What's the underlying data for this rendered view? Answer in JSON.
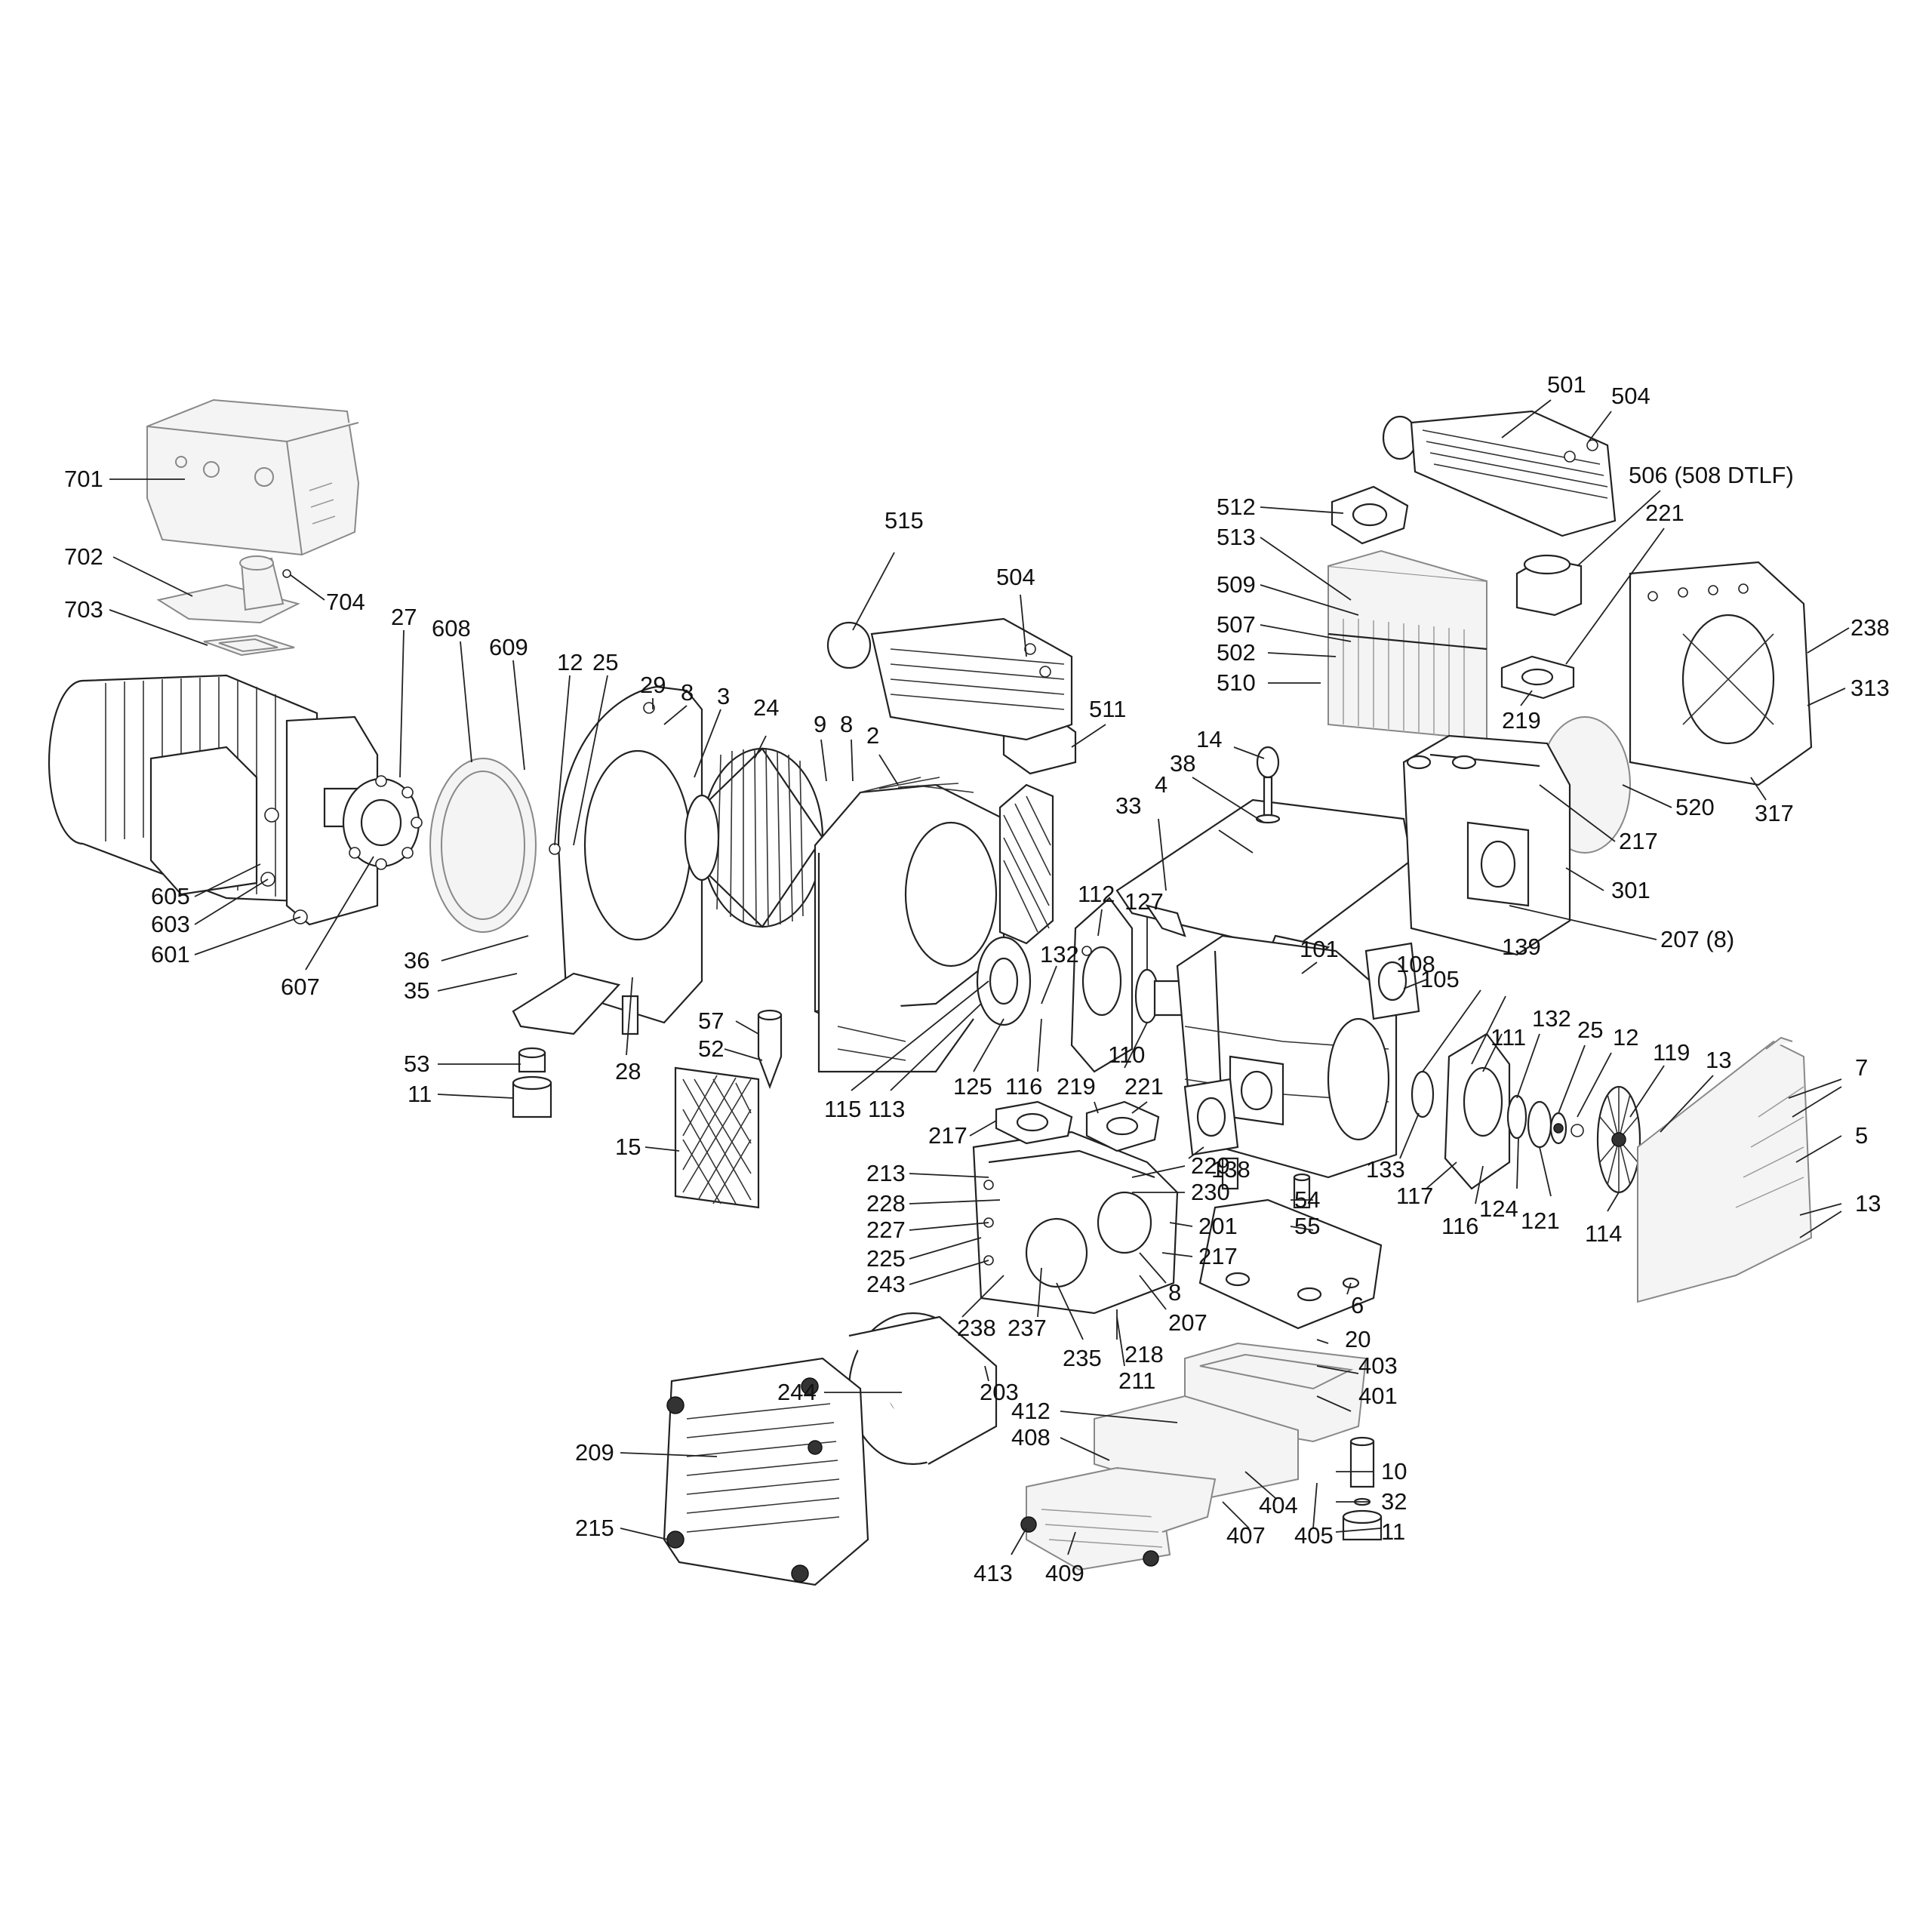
{
  "callouts": [
    {
      "id": "c701",
      "label": "701"
    },
    {
      "id": "c702",
      "label": "702"
    },
    {
      "id": "c703",
      "label": "703"
    },
    {
      "id": "c704",
      "label": "704"
    },
    {
      "id": "c27",
      "label": "27"
    },
    {
      "id": "c608",
      "label": "608"
    },
    {
      "id": "c609",
      "label": "609"
    },
    {
      "id": "c12a",
      "label": "12"
    },
    {
      "id": "c25a",
      "label": "25"
    },
    {
      "id": "c29",
      "label": "29"
    },
    {
      "id": "c8a",
      "label": "8"
    },
    {
      "id": "c3",
      "label": "3"
    },
    {
      "id": "c24",
      "label": "24"
    },
    {
      "id": "c9",
      "label": "9"
    },
    {
      "id": "c8b",
      "label": "8"
    },
    {
      "id": "c2",
      "label": "2"
    },
    {
      "id": "c515",
      "label": "515"
    },
    {
      "id": "c504a",
      "label": "504"
    },
    {
      "id": "c511",
      "label": "511"
    },
    {
      "id": "c605",
      "label": "605"
    },
    {
      "id": "c603",
      "label": "603"
    },
    {
      "id": "c601",
      "label": "601"
    },
    {
      "id": "c607",
      "label": "607"
    },
    {
      "id": "c36",
      "label": "36"
    },
    {
      "id": "c35",
      "label": "35"
    },
    {
      "id": "c28",
      "label": "28"
    },
    {
      "id": "c53",
      "label": "53"
    },
    {
      "id": "c11a",
      "label": "11"
    },
    {
      "id": "c57",
      "label": "57"
    },
    {
      "id": "c52",
      "label": "52"
    },
    {
      "id": "c15",
      "label": "15"
    },
    {
      "id": "c115",
      "label": "115"
    },
    {
      "id": "c113",
      "label": "113"
    },
    {
      "id": "c125",
      "label": "125"
    },
    {
      "id": "c116a",
      "label": "116"
    },
    {
      "id": "c132a",
      "label": "132"
    },
    {
      "id": "c112",
      "label": "112"
    },
    {
      "id": "c127",
      "label": "127"
    },
    {
      "id": "c110",
      "label": "110"
    },
    {
      "id": "c219a",
      "label": "219"
    },
    {
      "id": "c221a",
      "label": "221"
    },
    {
      "id": "c33",
      "label": "33"
    },
    {
      "id": "c4",
      "label": "4"
    },
    {
      "id": "c38",
      "label": "38"
    },
    {
      "id": "c14",
      "label": "14"
    },
    {
      "id": "c101",
      "label": "101"
    },
    {
      "id": "c108",
      "label": "108"
    },
    {
      "id": "c105",
      "label": "105"
    },
    {
      "id": "c139",
      "label": "139"
    },
    {
      "id": "c111",
      "label": "111"
    },
    {
      "id": "c132b",
      "label": "132"
    },
    {
      "id": "c25b",
      "label": "25"
    },
    {
      "id": "c12b",
      "label": "12"
    },
    {
      "id": "c119",
      "label": "119"
    },
    {
      "id": "c13a",
      "label": "13"
    },
    {
      "id": "c7",
      "label": "7"
    },
    {
      "id": "c5",
      "label": "5"
    },
    {
      "id": "c13b",
      "label": "13"
    },
    {
      "id": "c501",
      "label": "501"
    },
    {
      "id": "c504b",
      "label": "504"
    },
    {
      "id": "c506",
      "label": "506 (508 DTLF)"
    },
    {
      "id": "c512",
      "label": "512"
    },
    {
      "id": "c513",
      "label": "513"
    },
    {
      "id": "c221b",
      "label": "221"
    },
    {
      "id": "c509",
      "label": "509"
    },
    {
      "id": "c238a",
      "label": "238"
    },
    {
      "id": "c507",
      "label": "507"
    },
    {
      "id": "c313",
      "label": "313"
    },
    {
      "id": "c502",
      "label": "502"
    },
    {
      "id": "c510",
      "label": "510"
    },
    {
      "id": "c219b",
      "label": "219"
    },
    {
      "id": "c520",
      "label": "520"
    },
    {
      "id": "c317",
      "label": "317"
    },
    {
      "id": "c217a",
      "label": "217"
    },
    {
      "id": "c301",
      "label": "301"
    },
    {
      "id": "c207a",
      "label": "207 (8)"
    },
    {
      "id": "c138",
      "label": "138"
    },
    {
      "id": "c133",
      "label": "133"
    },
    {
      "id": "c117",
      "label": "117"
    },
    {
      "id": "c116b",
      "label": "116"
    },
    {
      "id": "c124",
      "label": "124"
    },
    {
      "id": "c121",
      "label": "121"
    },
    {
      "id": "c114",
      "label": "114"
    },
    {
      "id": "c217b",
      "label": "217"
    },
    {
      "id": "c213",
      "label": "213"
    },
    {
      "id": "c229",
      "label": "229"
    },
    {
      "id": "c230",
      "label": "230"
    },
    {
      "id": "c228",
      "label": "228"
    },
    {
      "id": "c227",
      "label": "227"
    },
    {
      "id": "c225",
      "label": "225"
    },
    {
      "id": "c243",
      "label": "243"
    },
    {
      "id": "c201",
      "label": "201"
    },
    {
      "id": "c217c",
      "label": "217"
    },
    {
      "id": "c54",
      "label": "54"
    },
    {
      "id": "c55",
      "label": "55"
    },
    {
      "id": "c8c",
      "label": "8"
    },
    {
      "id": "c6",
      "label": "6"
    },
    {
      "id": "c238b",
      "label": "238"
    },
    {
      "id": "c237",
      "label": "237"
    },
    {
      "id": "c235",
      "label": "235"
    },
    {
      "id": "c207b",
      "label": "207"
    },
    {
      "id": "c218",
      "label": "218"
    },
    {
      "id": "c211",
      "label": "211"
    },
    {
      "id": "c20",
      "label": "20"
    },
    {
      "id": "c244",
      "label": "244"
    },
    {
      "id": "c203",
      "label": "203"
    },
    {
      "id": "c403",
      "label": "403"
    },
    {
      "id": "c412",
      "label": "412"
    },
    {
      "id": "c401",
      "label": "401"
    },
    {
      "id": "c408",
      "label": "408"
    },
    {
      "id": "c209",
      "label": "209"
    },
    {
      "id": "c10",
      "label": "10"
    },
    {
      "id": "c32",
      "label": "32"
    },
    {
      "id": "c404",
      "label": "404"
    },
    {
      "id": "c215",
      "label": "215"
    },
    {
      "id": "c407",
      "label": "407"
    },
    {
      "id": "c405",
      "label": "405"
    },
    {
      "id": "c11b",
      "label": "11"
    },
    {
      "id": "c413",
      "label": "413"
    },
    {
      "id": "c409",
      "label": "409"
    }
  ]
}
